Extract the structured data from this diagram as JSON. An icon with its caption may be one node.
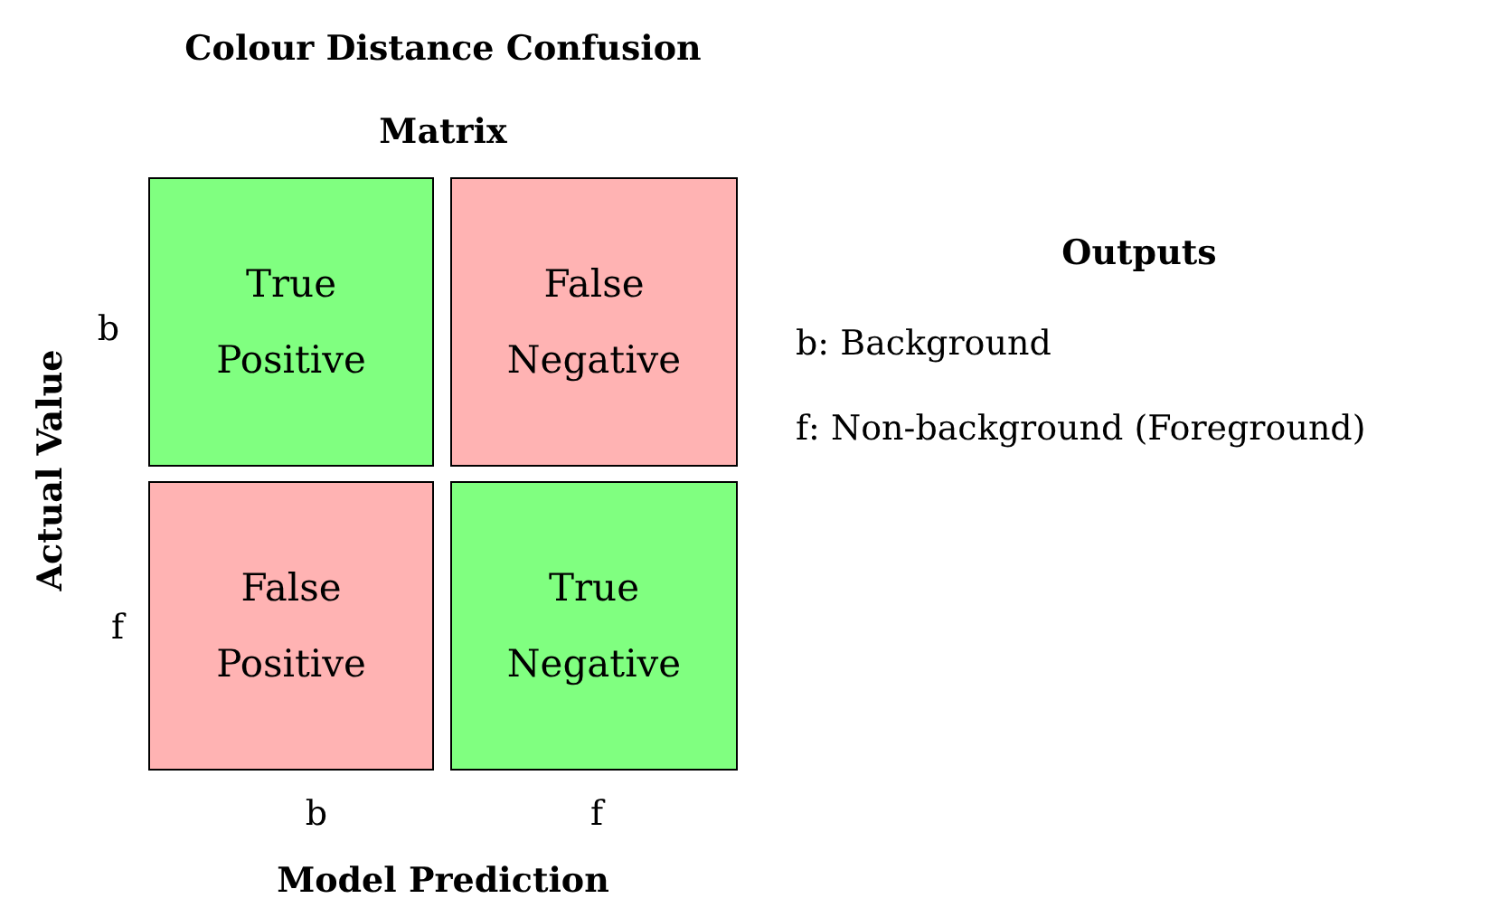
{
  "diagram": {
    "title": "Colour Distance Confusion Matrix",
    "nodes": [
      {
        "text": [
          "True Positive"
        ]
      },
      {
        "text": [
          "False Negative"
        ]
      },
      {
        "text": [
          "False Positive"
        ]
      },
      {
        "text": [
          "True Negative"
        ]
      }
    ],
    "edges": [],
    "labels": [
      "b",
      "f",
      "Actual Value",
      "b",
      "f",
      "Model Prediction",
      "Outputs",
      "b: Background",
      "f: Non-background (Foreground)"
    ]
  }
}
